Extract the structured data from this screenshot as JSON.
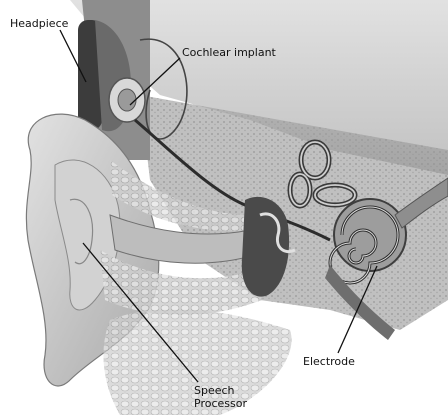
{
  "labels": {
    "headpiece": "Headpiece",
    "cochlear_implant": "Cochlear implant",
    "electrode": "Electrode",
    "speech_processor_line1": "Speech",
    "speech_processor_line2": "Processor"
  }
}
